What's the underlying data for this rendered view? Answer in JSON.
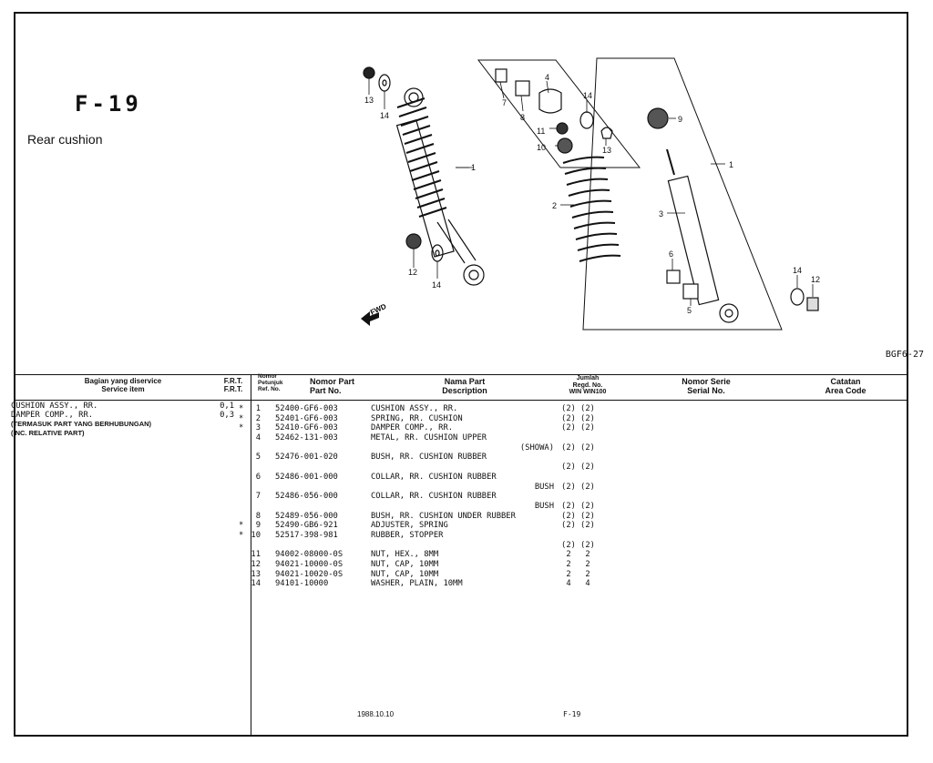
{
  "page": {
    "title": "F-19",
    "subtitle": "Rear cushion",
    "fig_code": "BGF6-27",
    "fwd_label": "FWD",
    "footer_date": "1988.10.10",
    "footer_page": "F-19"
  },
  "callouts": [
    "1",
    "1",
    "2",
    "3",
    "4",
    "5",
    "6",
    "7",
    "8",
    "9",
    "10",
    "11",
    "12",
    "12",
    "13",
    "13",
    "14",
    "14",
    "14"
  ],
  "headers": {
    "service_id": "Bagian yang diservice",
    "service_en": "Service item",
    "frt_id": "F.R.T.",
    "frt_en": "F.R.T.",
    "ref_l1": "Nomor",
    "ref_l2": "Petunjuk",
    "ref_l3": "Ref. No.",
    "part_id": "Nomor Part",
    "part_en": "Part No.",
    "desc_id": "Nama Part",
    "desc_en": "Description",
    "qty_l1": "Jumlah",
    "qty_l2": "Regd. No.",
    "qty_l3": "WIN  WIN100",
    "serial_id": "Nomor Serie",
    "serial_en": "Serial No.",
    "area_id": "Catatan",
    "area_en": "Area Code"
  },
  "service_items": [
    {
      "name": "CUSHION ASSY., RR.",
      "frt": "0,1"
    },
    {
      "name": "DAMPER COMP., RR.",
      "frt": "0,3"
    },
    {
      "name": "(TERMASUK PART YANG BERHUBUNGAN)",
      "frt": ""
    },
    {
      "name": "(INC. RELATIVE PART)",
      "frt": ""
    }
  ],
  "parts": [
    {
      "mark": "*",
      "ref": "1",
      "part_no": "52400-GF6-003",
      "desc": "CUSHION ASSY., RR.",
      "q1": "(2)",
      "q2": "(2)"
    },
    {
      "mark": "*",
      "ref": "2",
      "part_no": "52401-GF6-003",
      "desc": "SPRING, RR. CUSHION",
      "q1": "(2)",
      "q2": "(2)"
    },
    {
      "mark": "*",
      "ref": "3",
      "part_no": "52410-GF6-003",
      "desc": "DAMPER COMP., RR.",
      "q1": "(2)",
      "q2": "(2)"
    },
    {
      "mark": "",
      "ref": "4",
      "part_no": "52462-131-003",
      "desc": "METAL, RR. CUSHION UPPER",
      "q1": "",
      "q2": ""
    },
    {
      "mark": "",
      "ref": "",
      "part_no": "",
      "desc": "",
      "cont": "(SHOWA)",
      "q1": "(2)",
      "q2": "(2)"
    },
    {
      "mark": "",
      "ref": "5",
      "part_no": "52476-001-020",
      "desc": "BUSH, RR. CUSHION RUBBER",
      "q1": "",
      "q2": ""
    },
    {
      "mark": "",
      "ref": "",
      "part_no": "",
      "desc": "",
      "cont": "",
      "q1": "(2)",
      "q2": "(2)"
    },
    {
      "mark": "",
      "ref": "6",
      "part_no": "52486-001-000",
      "desc": "COLLAR, RR. CUSHION RUBBER",
      "q1": "",
      "q2": ""
    },
    {
      "mark": "",
      "ref": "",
      "part_no": "",
      "desc": "",
      "cont": "BUSH",
      "q1": "(2)",
      "q2": "(2)"
    },
    {
      "mark": "",
      "ref": "7",
      "part_no": "52486-056-000",
      "desc": "COLLAR, RR. CUSHION RUBBER",
      "q1": "",
      "q2": ""
    },
    {
      "mark": "",
      "ref": "",
      "part_no": "",
      "desc": "",
      "cont": "BUSH",
      "q1": "(2)",
      "q2": "(2)"
    },
    {
      "mark": "",
      "ref": "8",
      "part_no": "52489-056-000",
      "desc": "BUSH, RR. CUSHION UNDER RUBBER",
      "q1": "(2)",
      "q2": "(2)"
    },
    {
      "mark": "*",
      "ref": "9",
      "part_no": "52490-GB6-921",
      "desc": "ADJUSTER, SPRING",
      "q1": "(2)",
      "q2": "(2)"
    },
    {
      "mark": "*",
      "ref": "10",
      "part_no": "52517-398-981",
      "desc": "RUBBER, STOPPER",
      "q1": "",
      "q2": ""
    },
    {
      "mark": "",
      "ref": "",
      "part_no": "",
      "desc": "",
      "cont": "",
      "q1": "(2)",
      "q2": "(2)"
    },
    {
      "mark": "",
      "ref": "11",
      "part_no": "94002-08000-0S",
      "desc": "NUT, HEX., 8MM",
      "q1": "2",
      "q2": "2"
    },
    {
      "mark": "",
      "ref": "12",
      "part_no": "94021-10000-0S",
      "desc": "NUT, CAP, 10MM",
      "q1": "2",
      "q2": "2"
    },
    {
      "mark": "",
      "ref": "13",
      "part_no": "94021-10020-0S",
      "desc": "NUT, CAP, 10MM",
      "q1": "2",
      "q2": "2"
    },
    {
      "mark": "",
      "ref": "14",
      "part_no": "94101-10000",
      "desc": "WASHER, PLAIN, 10MM",
      "q1": "4",
      "q2": "4"
    }
  ]
}
